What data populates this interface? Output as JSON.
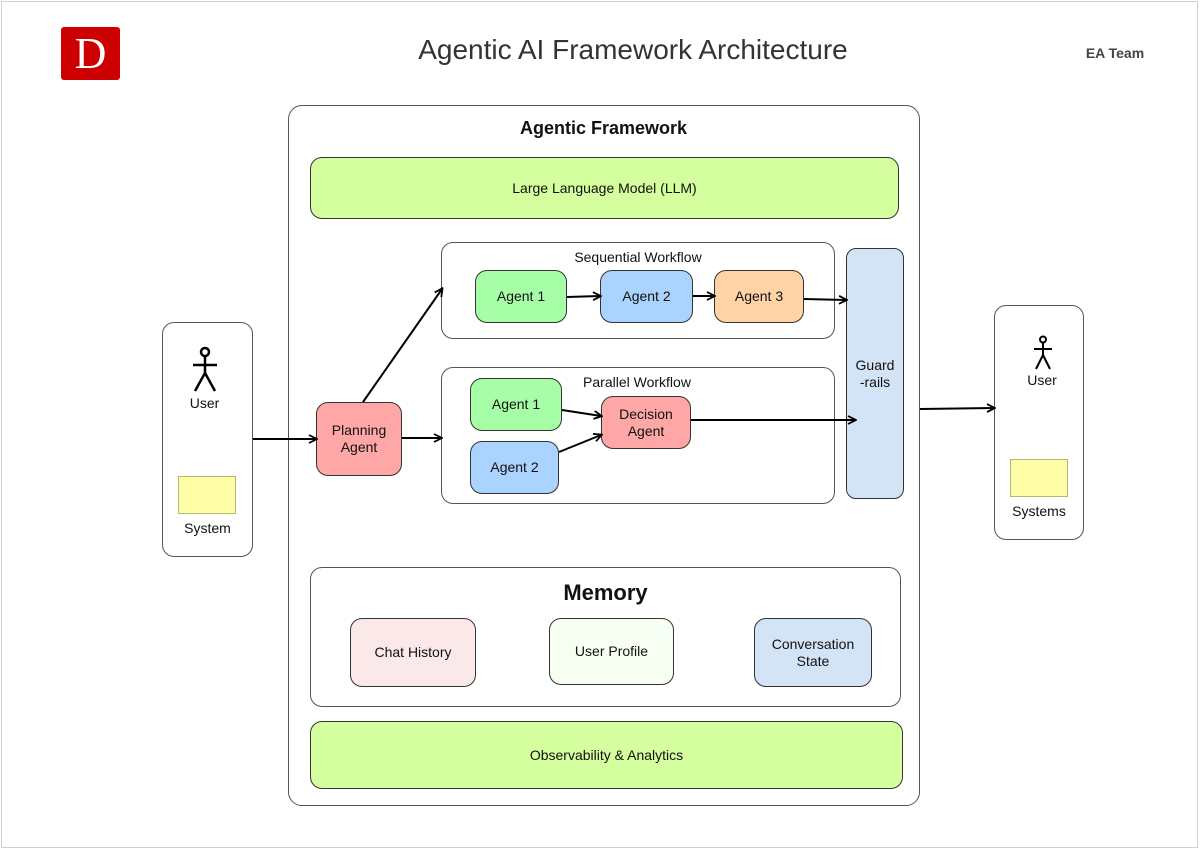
{
  "header": {
    "logo_letter": "D",
    "title": "Agentic AI Framework Architecture",
    "team": "EA Team"
  },
  "left_panel": {
    "user_label": "User",
    "system_label": "System"
  },
  "right_panel": {
    "user_label": "User",
    "systems_label": "Systems"
  },
  "framework": {
    "title": "Agentic Framework",
    "llm": "Large Language Model (LLM)",
    "planning_agent": "Planning Agent",
    "guardrails": "Guard-rails",
    "sequential": {
      "title": "Sequential Workflow",
      "agents": [
        "Agent 1",
        "Agent 2",
        "Agent 3"
      ]
    },
    "parallel": {
      "title": "Parallel Workflow",
      "agents": [
        "Agent 1",
        "Agent 2"
      ],
      "decision": "Decision Agent"
    },
    "memory": {
      "title": "Memory",
      "items": [
        "Chat History",
        "User Profile",
        "Conversation State"
      ]
    },
    "observability": "Observability & Analytics"
  },
  "colors": {
    "green_band": "#d5ff9f",
    "agent_green": "#a6ffa6",
    "agent_blue": "#aad4ff",
    "agent_orange": "#ffd3a6",
    "red": "#ffa6a6",
    "guardrails": "#d4e4f7",
    "yellow": "#ffffaa",
    "chat_history": "#fbe8e8",
    "user_profile": "#f7fff3",
    "conversation_state": "#d4e4f7",
    "logo": "#cc0000"
  }
}
